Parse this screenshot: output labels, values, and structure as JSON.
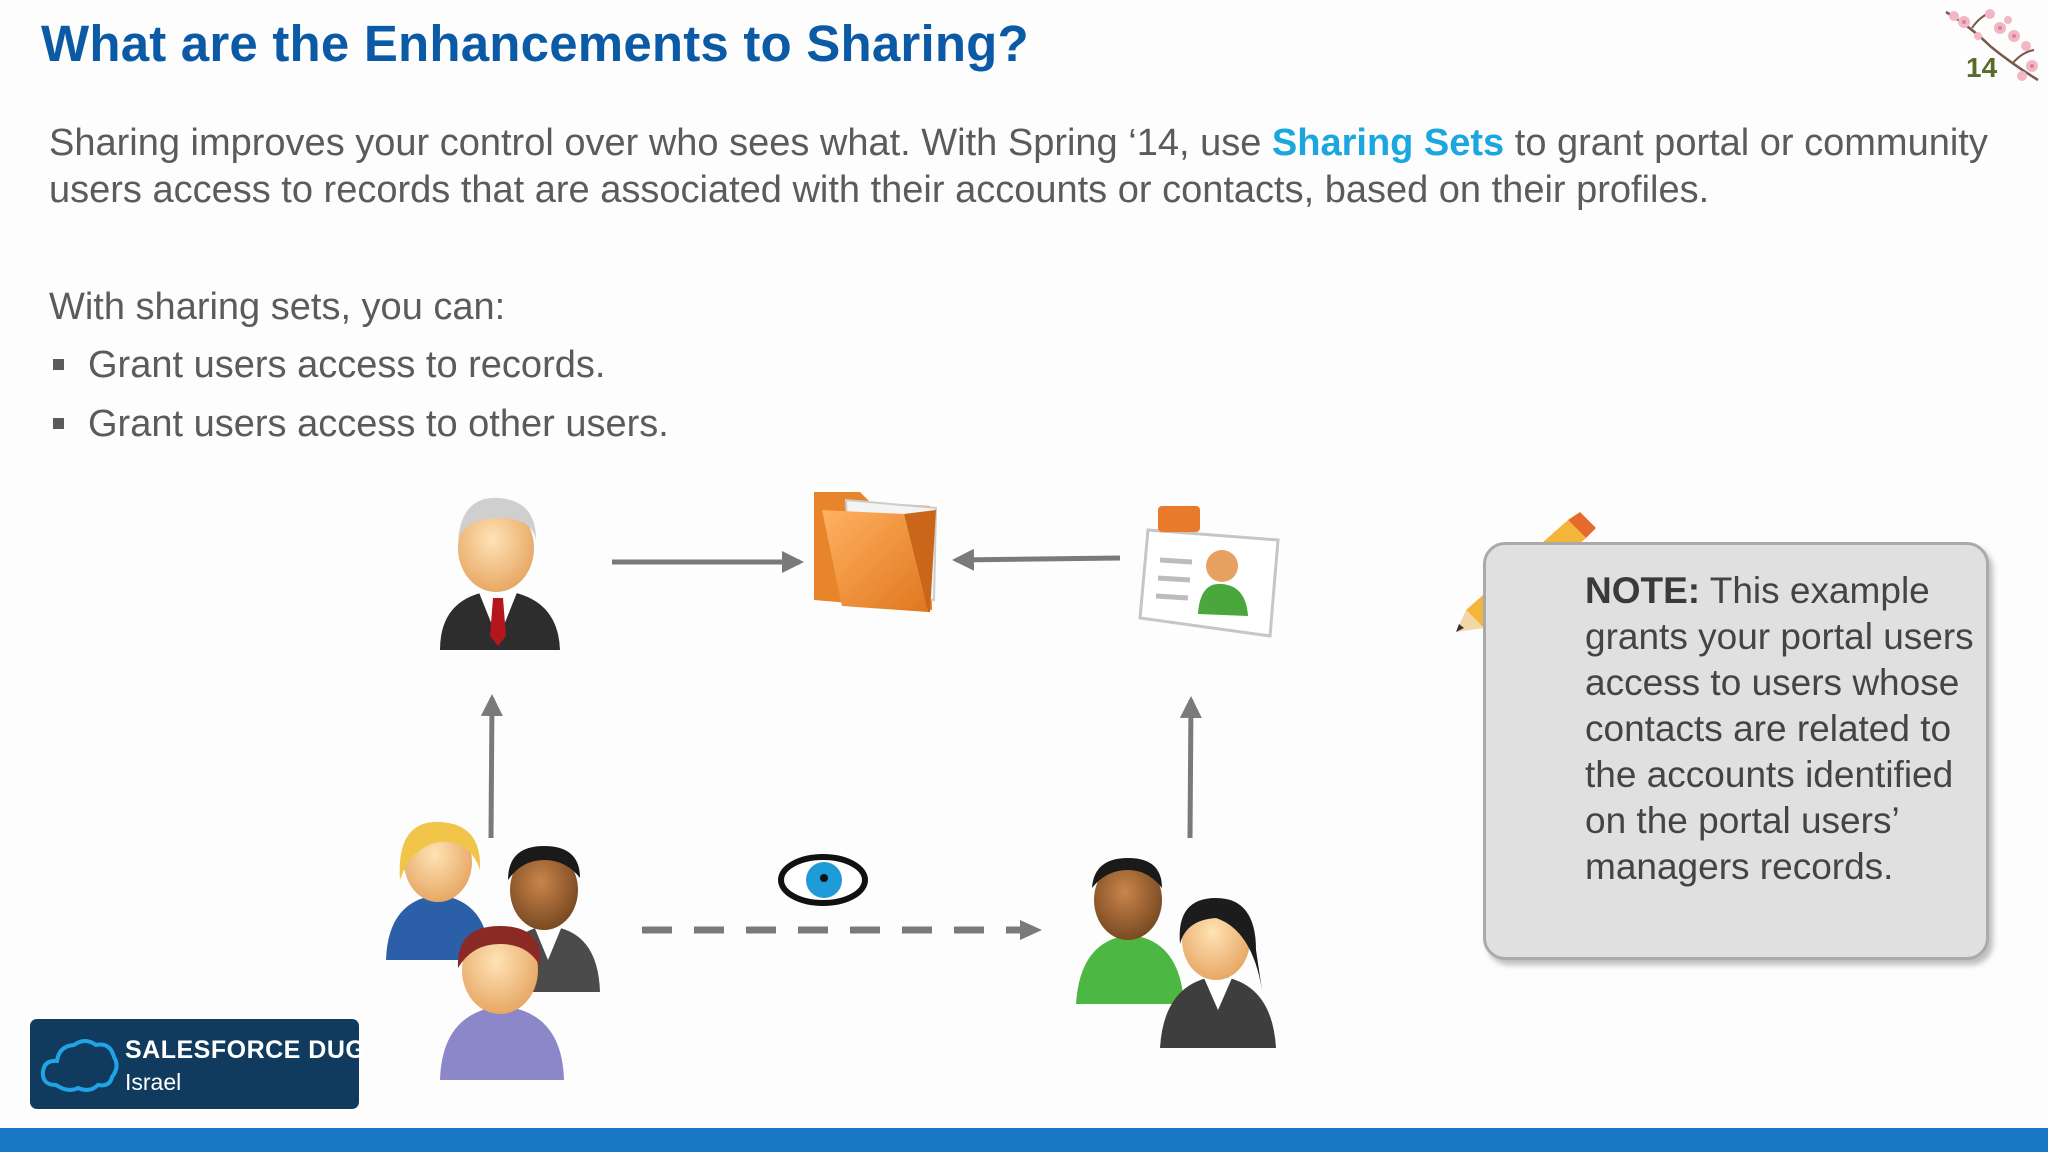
{
  "slide": {
    "title": "What are the Enhancements to Sharing?",
    "slide_number": "14"
  },
  "intro": {
    "before": "Sharing improves your control over who sees what. With Spring ‘14, use ",
    "highlight": "Sharing Sets",
    "after": " to grant portal or community users access to records that are associated with their accounts or contacts, based on their profiles."
  },
  "list": {
    "lead": "With sharing sets, you can:",
    "items": [
      "Grant users access to records.",
      "Grant users access to other users."
    ]
  },
  "note": {
    "label": "NOTE:",
    "text": " This example grants your portal users access to users whose contacts are related to the accounts identified on the portal users’ managers records."
  },
  "logo": {
    "line1": "SALESFORCE DUG",
    "line2": "Israel"
  },
  "colors": {
    "title": "#0b5aa5",
    "highlight": "#1aa6df",
    "body_text": "#5b5b5b",
    "footer_bar": "#1878c5",
    "logo_bg": "#113b5e",
    "note_bg": "#e0e0e0"
  },
  "icons": {
    "manager": "businessman-icon",
    "records": "folder-icon",
    "contact": "contact-card-icon",
    "portal_users": "user-group-icon",
    "other_users": "user-pair-icon",
    "visibility": "eye-icon",
    "note": "pencil-icon",
    "decoration": "cherry-blossom-icon"
  }
}
